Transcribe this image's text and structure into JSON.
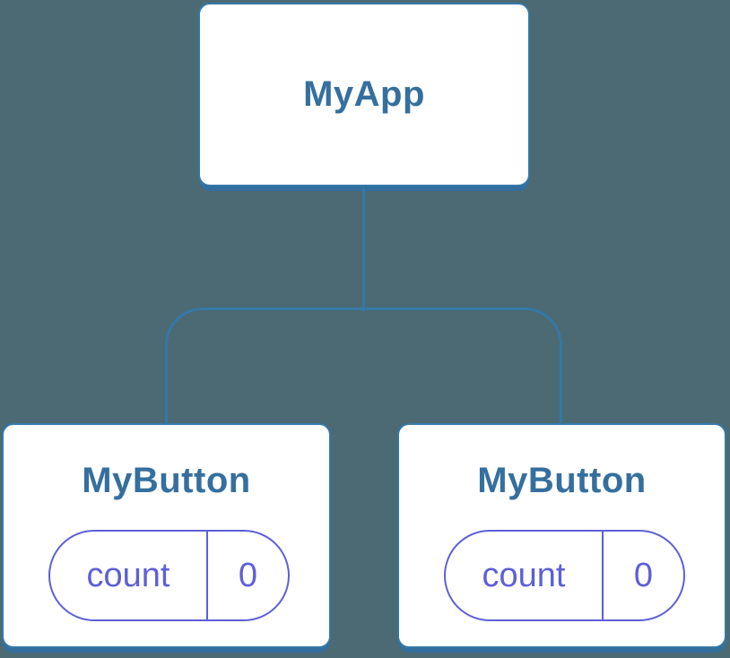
{
  "diagram": {
    "type": "component-tree",
    "colors": {
      "background": "#4c6a73",
      "stroke": "#3478a8",
      "shadow": "#336f9e",
      "title_text": "#356f9e",
      "pill_accent": "#5e5fd8",
      "card_background": "#ffffff"
    },
    "root": {
      "label": "MyApp"
    },
    "children": [
      {
        "label": "MyButton",
        "state": {
          "name": "count",
          "value": "0"
        }
      },
      {
        "label": "MyButton",
        "state": {
          "name": "count",
          "value": "0"
        }
      }
    ]
  }
}
